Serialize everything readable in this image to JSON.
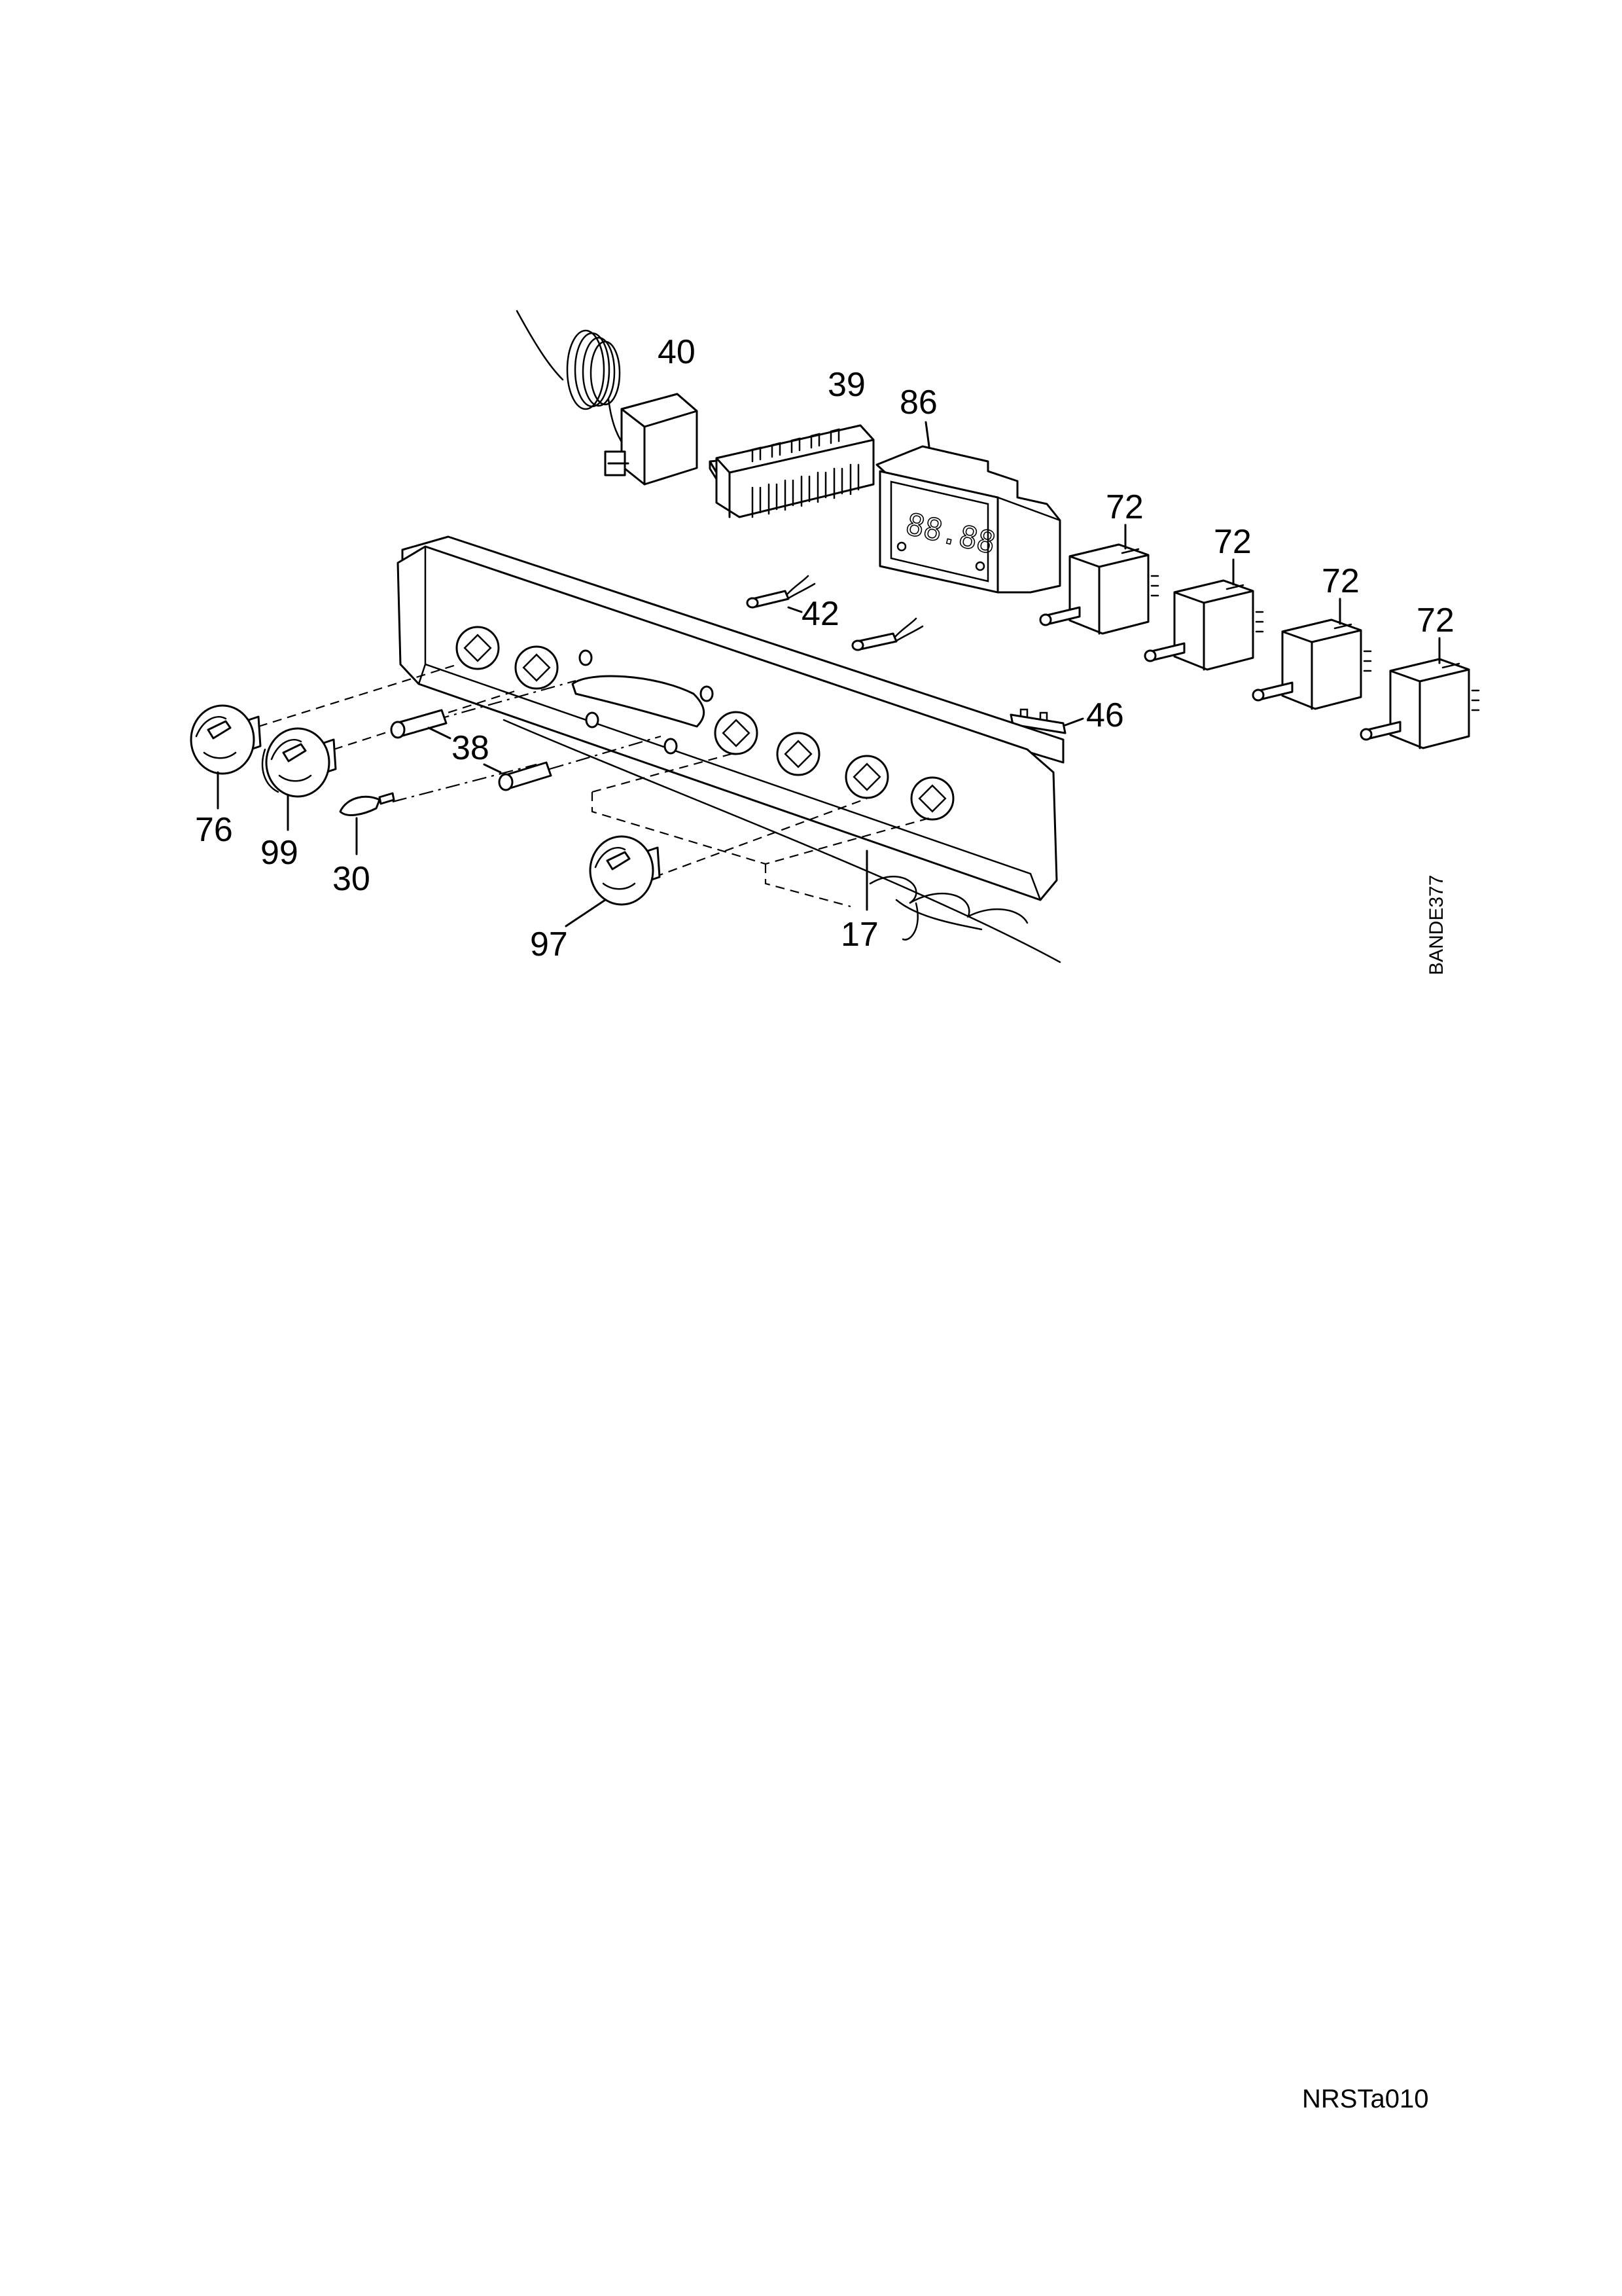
{
  "callouts": {
    "c40": "40",
    "c39": "39",
    "c86": "86",
    "c72a": "72",
    "c72b": "72",
    "c72c": "72",
    "c72d": "72",
    "c42": "42",
    "c46": "46",
    "c38": "38",
    "c76": "76",
    "c99": "99",
    "c30": "30",
    "c97": "97",
    "c17": "17"
  },
  "display_digits": "88.88",
  "drawing_code": "BANDE377",
  "document_ref": "NRSTa010"
}
